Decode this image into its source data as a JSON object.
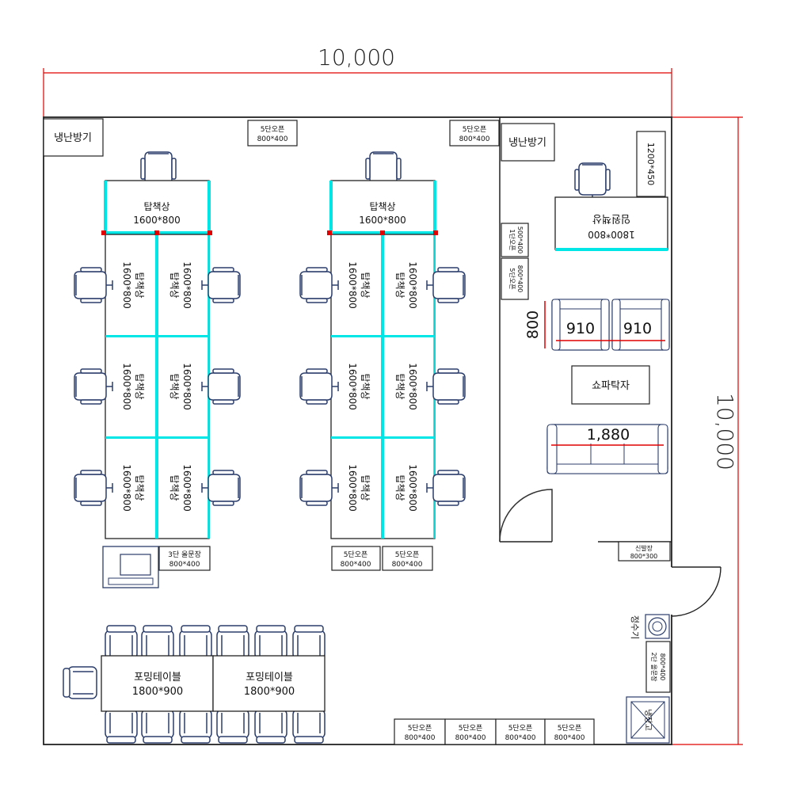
{
  "dimensions": {
    "width": "10,000",
    "height": "10,000"
  },
  "ac_units": {
    "main": "냉난방기",
    "office": "냉난방기"
  },
  "desk": {
    "name": "탑책상",
    "size": "1600*800"
  },
  "manager_desk": {
    "name": "임원책상",
    "size": "1800*800"
  },
  "cabinet_top": {
    "name": "5단오픈",
    "size": "800*400"
  },
  "cabinet_small": {
    "name": "1단오픈",
    "size": "500*400"
  },
  "cabinet_5dan_side": {
    "name": "5단오픈",
    "size": "800*400"
  },
  "side_cab": {
    "text": "1200*450"
  },
  "sofa": {
    "left": "910",
    "right": "910",
    "depth": "800",
    "long": "1,880"
  },
  "sofa_table": "쇼파탁자",
  "cab3": {
    "name": "3단 올문장",
    "size": "800*400"
  },
  "meeting_table": {
    "name": "포밍테이블",
    "size": "1800*900"
  },
  "shoe_rack": {
    "name": "신발장",
    "size": "800*300"
  },
  "water": "정수기",
  "cab2": {
    "name": "2단 올문장",
    "size": "800*400"
  },
  "fridge": "냉장고",
  "colors": {
    "accent": "#00e5e5",
    "red": "#e00000",
    "chair": "#2b3d6b"
  }
}
